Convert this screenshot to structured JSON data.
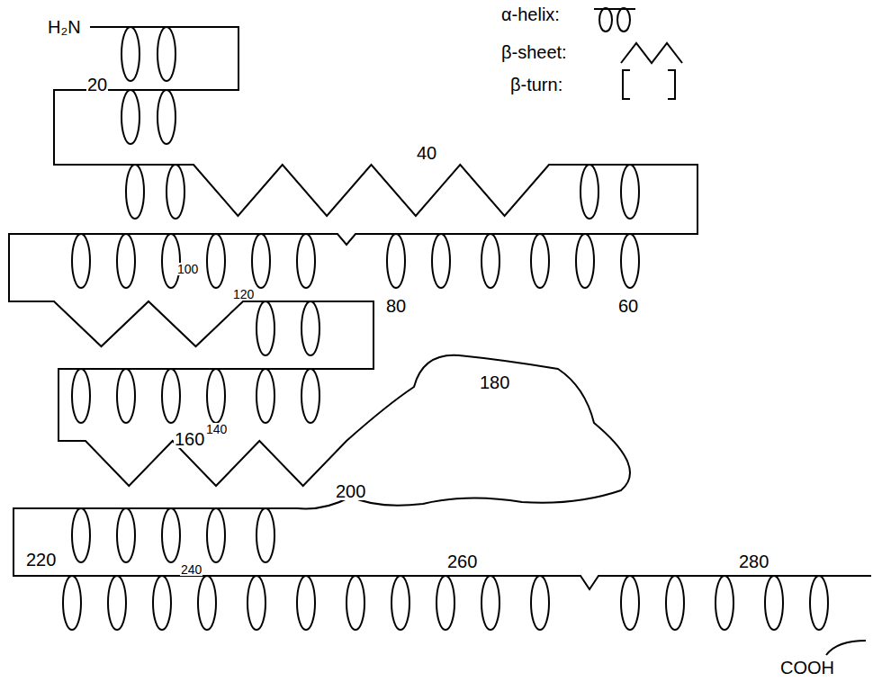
{
  "diagram": {
    "labels": [
      "H₂N",
      "20",
      "40",
      "100",
      "120",
      "80",
      "60",
      "180",
      "160",
      "140",
      "200",
      "220",
      "240",
      "260",
      "280",
      "COOH"
    ],
    "legend": [
      {
        "text": "α-helix:"
      },
      {
        "text": "β-sheet:"
      },
      {
        "text": "β-turn:"
      }
    ]
  }
}
